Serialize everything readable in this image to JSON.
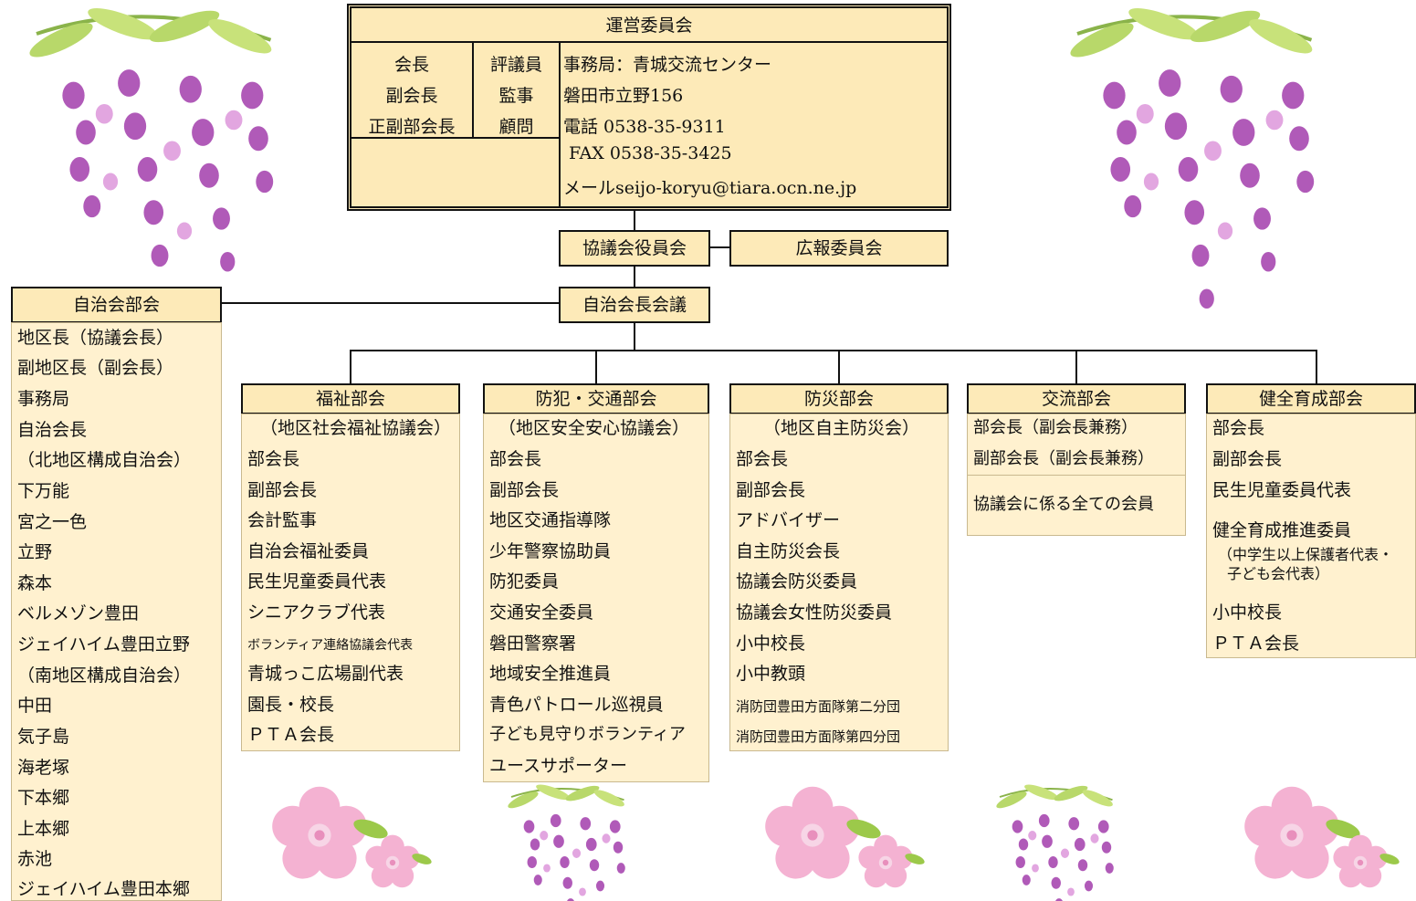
{
  "management": {
    "title": "運営委員会",
    "col1": [
      "会長",
      "副会長",
      "正副部会長"
    ],
    "col2": [
      "評議員",
      "監事",
      "顧問"
    ],
    "contact": [
      "事務局：青城交流センター",
      "磐田市立野156",
      "電話 0538-35-9311",
      " FAX 0538-35-3425",
      "メールseijo-koryu@tiara.ocn.ne.jp"
    ]
  },
  "officers": "協議会役員会",
  "pr_committee": "広報委員会",
  "chairs_meeting": "自治会長会議",
  "jichikai": {
    "title": "自治会部会",
    "items": [
      "地区長（協議会長）",
      "副地区長（副会長）",
      "事務局",
      "自治会長",
      "（北地区構成自治会）",
      "下万能",
      "宮之一色",
      "立野",
      "森本",
      "ベルメゾン豊田",
      "ジェイハイム豊田立野",
      "（南地区構成自治会）",
      "中田",
      "気子島",
      "海老塚",
      "下本郷",
      "上本郷",
      "赤池",
      "ジェイハイム豊田本郷"
    ]
  },
  "divisions": [
    {
      "title": "福祉部会",
      "items": [
        "（地区社会福祉協議会）",
        "部会長",
        "副部会長",
        "会計監事",
        "自治会福祉委員",
        "民生児童委員代表",
        "シニアクラブ代表",
        "ボランティア連絡協議会代表",
        "青城っこ広場副代表",
        "園長・校長",
        "ＰＴＡ会長"
      ]
    },
    {
      "title": "防犯・交通部会",
      "items": [
        "（地区安全安心協議会）",
        "部会長",
        "副部会長",
        "地区交通指導隊",
        "少年警察協助員",
        "防犯委員",
        "交通安全委員",
        "磐田警察署",
        "地域安全推進員",
        "青色パトロール巡視員",
        "子ども見守りボランティア",
        "ユースサポーター"
      ]
    },
    {
      "title": "防災部会",
      "items": [
        "（地区自主防災会）",
        "部会長",
        "副部会長",
        "アドバイザー",
        "自主防災会長",
        "協議会防災委員",
        "協議会女性防災委員",
        "小中校長",
        "小中教頭",
        "消防団豊田方面隊第二分団",
        "消防団豊田方面隊第四分団"
      ]
    },
    {
      "title": "交流部会",
      "items": [
        "部会長（副会長兼務）",
        "副部会長（副会長兼務）",
        "協議会に係る全ての会員"
      ]
    },
    {
      "title": "健全育成部会",
      "items": [
        "部会長",
        "副部会長",
        "民生児童委員代表",
        "健全育成推進委員",
        "（中学生以上保護者代表・",
        "子ども会代表）",
        "小中校長",
        "ＰＴＡ会長"
      ]
    }
  ],
  "colors": {
    "header_fill": "#fdeab8",
    "panel_fill": "#fff1cf",
    "line": "#111111",
    "wisteria": "#b05ab8",
    "leaf": "#b8d86a",
    "sakura": "#f4b2d2"
  }
}
